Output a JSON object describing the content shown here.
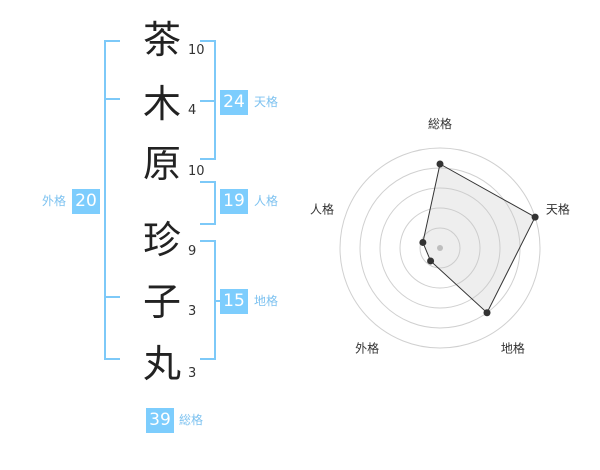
{
  "name": [
    {
      "char": "茶",
      "strokes": "10"
    },
    {
      "char": "木",
      "strokes": "4"
    },
    {
      "char": "原",
      "strokes": "10"
    },
    {
      "char": "珍",
      "strokes": "9"
    },
    {
      "char": "子",
      "strokes": "3"
    },
    {
      "char": "丸",
      "strokes": "3"
    }
  ],
  "kakusu": {
    "tenkaku": {
      "value": "24",
      "label": "天格"
    },
    "jinkaku": {
      "value": "19",
      "label": "人格"
    },
    "chikaku": {
      "value": "15",
      "label": "地格"
    },
    "gaikaku": {
      "value": "20",
      "label": "外格"
    },
    "soukaku": {
      "value": "39",
      "label": "総格"
    }
  },
  "colors": {
    "accent": "#7dcdfd",
    "label": "#7dc2f0",
    "bracket": "#7dc9f8"
  },
  "chart_data": {
    "type": "radar",
    "axes": [
      "総格",
      "天格",
      "地格",
      "外格",
      "人格"
    ],
    "values": [
      4.2,
      5,
      4,
      0.8,
      0.9
    ],
    "max": 5,
    "rings": 5,
    "grid": true
  }
}
